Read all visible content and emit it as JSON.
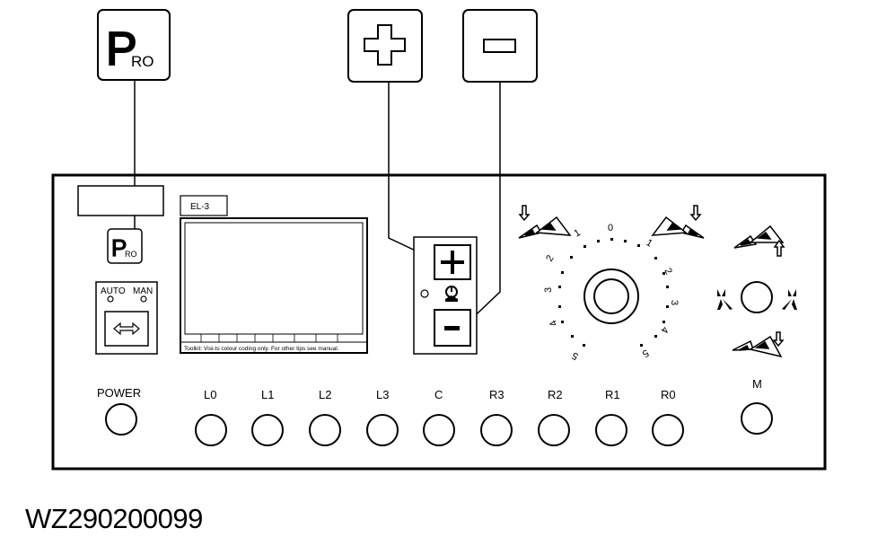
{
  "callouts": {
    "pro_big": {
      "letter": "P",
      "sub": "RO"
    },
    "plus_icon": "plus-icon",
    "minus_icon": "minus-icon"
  },
  "panel": {
    "model_tag": "EL-3",
    "pro_small": {
      "letter": "P",
      "sub": "RO"
    },
    "auto_label": "AUTO",
    "man_label": "MAN",
    "display_footer": "Toolkit: Visi-ts colour coding only. For other tips see manual.",
    "power_label": "POWER",
    "m_label": "M",
    "channels": [
      "L0",
      "L1",
      "L2",
      "L3",
      "C",
      "R3",
      "R2",
      "R1",
      "R0"
    ],
    "dial": {
      "top": "0",
      "right": [
        "1",
        "2",
        "3",
        "4",
        "5"
      ],
      "left": [
        "1",
        "2",
        "3",
        "4",
        "5"
      ]
    }
  },
  "figure_ref": "WZ290200099"
}
